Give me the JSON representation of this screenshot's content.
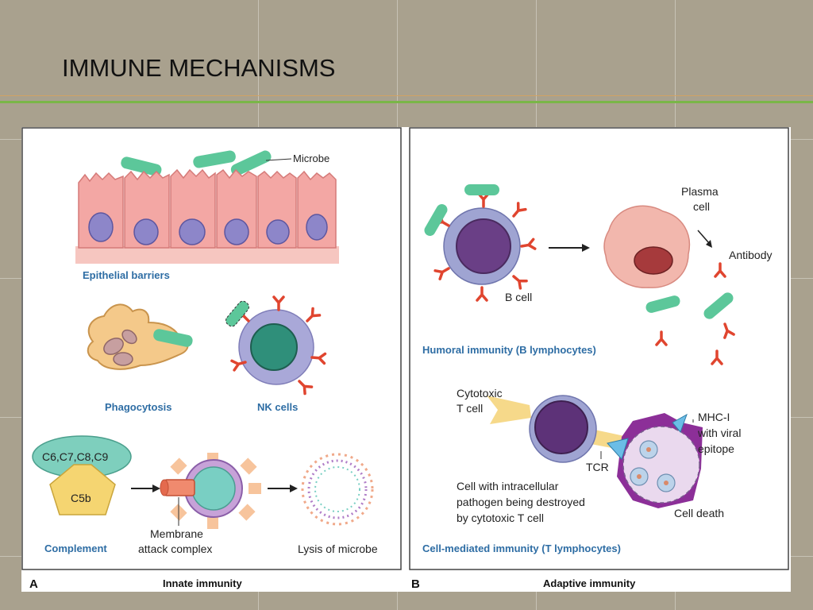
{
  "slide": {
    "title": "IMMUNE MECHANISMS"
  },
  "panel_a": {
    "letter": "A",
    "caption": "Innate immunity",
    "labels": {
      "microbe": "Microbe",
      "epithelial": "Epithelial barriers",
      "phagocytosis": "Phagocytosis",
      "nk": "NK cells",
      "c6c9": "C6,C7,C8,C9",
      "c5b": "C5b",
      "complement": "Complement",
      "mac_line1": "Membrane",
      "mac_line2": "attack complex",
      "lysis": "Lysis of microbe"
    }
  },
  "panel_b": {
    "letter": "B",
    "caption": "Adaptive immunity",
    "labels": {
      "plasma_line1": "Plasma",
      "plasma_line2": "cell",
      "antibody": "Antibody",
      "bcell": "B cell",
      "humoral": "Humoral immunity (B lymphocytes)",
      "cytotoxic_line1": "Cytotoxic",
      "cytotoxic_line2": "T cell",
      "mhc_line1": "MHC-I",
      "mhc_line2": "with viral",
      "mhc_line3": "epitope",
      "tcr": "TCR",
      "intracell_line1": "Cell with intracellular",
      "intracell_line2": "pathogen being destroyed",
      "intracell_line3": "by cytotoxic T cell",
      "celldeath": "Cell death",
      "cellmediated": "Cell-mediated immunity (T lymphocytes)"
    }
  },
  "colors": {
    "microbe": "#5cc79a",
    "antibody": "#e0452f",
    "epithelium": "#f3a7a4",
    "nucleus": "#8d86c9",
    "accent_green": "#7ab648",
    "label_blue": "#2e6da4"
  }
}
